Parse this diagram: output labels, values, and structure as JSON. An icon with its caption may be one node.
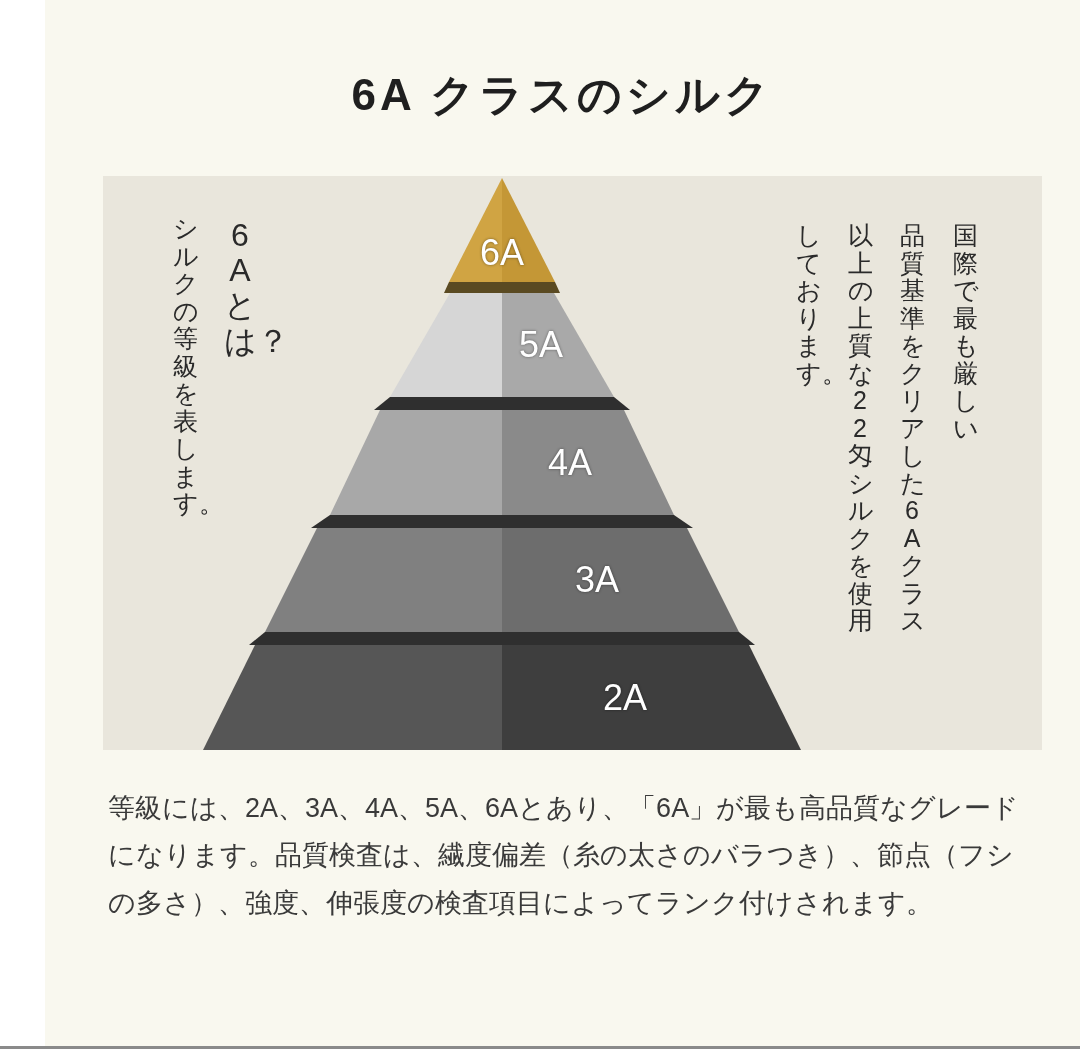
{
  "diagram": {
    "title": "6A クラスのシルク",
    "nodes": [
      {
        "text": [
          "6A"
        ]
      },
      {
        "text": [
          "5A"
        ]
      },
      {
        "text": [
          "4A"
        ]
      },
      {
        "text": [
          "3A"
        ]
      },
      {
        "text": [
          "2A"
        ]
      }
    ],
    "labels": [
      "6Aとは？",
      "シルクの等級を表します。",
      "国際で最も厳しい",
      "品質基準をクリアした6Aクラス",
      "以上の上質な22匁シルクを使用",
      "しております。",
      "等級には、2A、3A、4A、5A、6Aとあり、「6A」が最も高品質なグレードになります。品質検査は、繊度偏差（糸の太さのバラつき）、節点（フシの多さ）、強度、伸張度の検査項目によってランク付けされます。"
    ]
  }
}
